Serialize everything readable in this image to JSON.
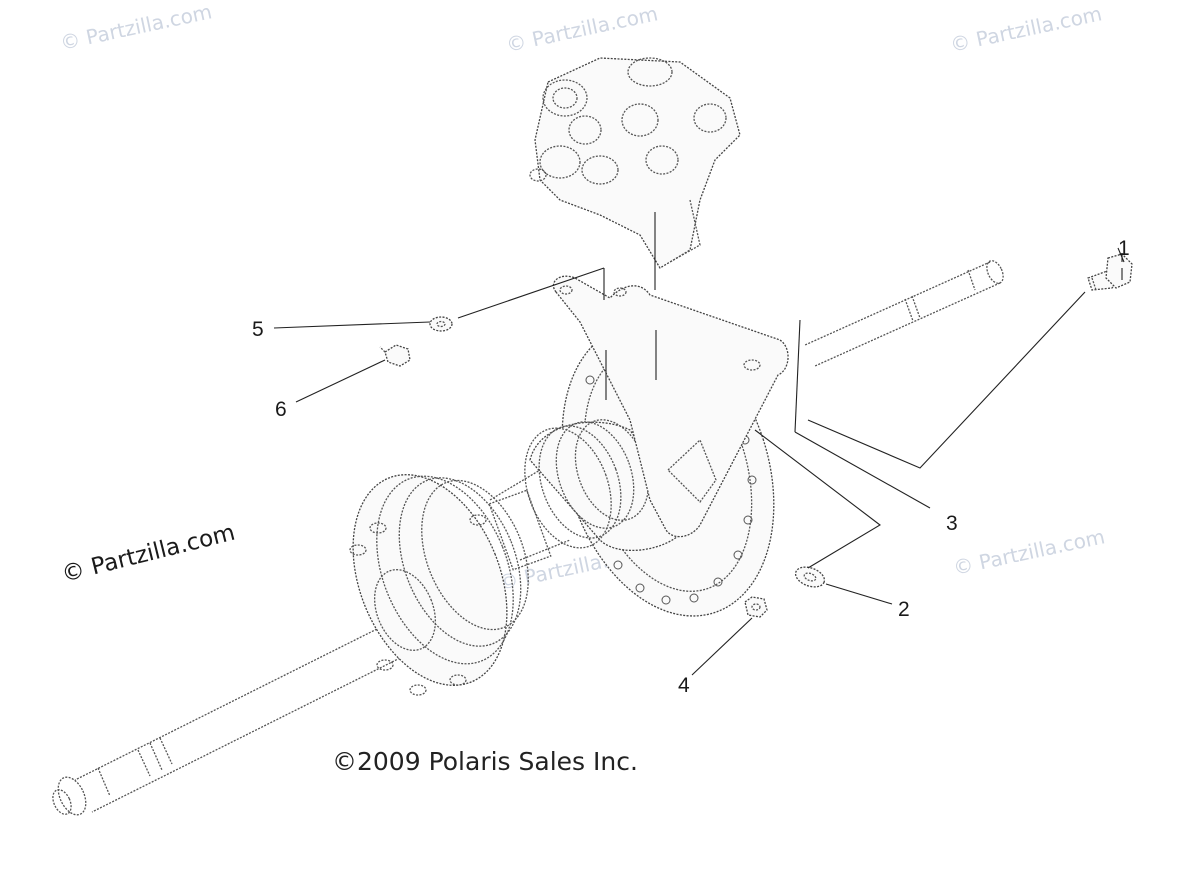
{
  "watermarks": {
    "wm_top_left": "© Partzilla.com",
    "wm_top_center": "© Partzilla.com",
    "wm_top_right": "© Partzilla.com",
    "wm_left": "© Partzilla.com",
    "wm_right": "© Partzilla.com",
    "wm_center": "© Partzilla.com"
  },
  "callouts": {
    "c1": "1",
    "c2": "2",
    "c3": "3",
    "c4": "4",
    "c5": "5",
    "c6": "6"
  },
  "copyright": "©2009 Polaris Sales Inc."
}
